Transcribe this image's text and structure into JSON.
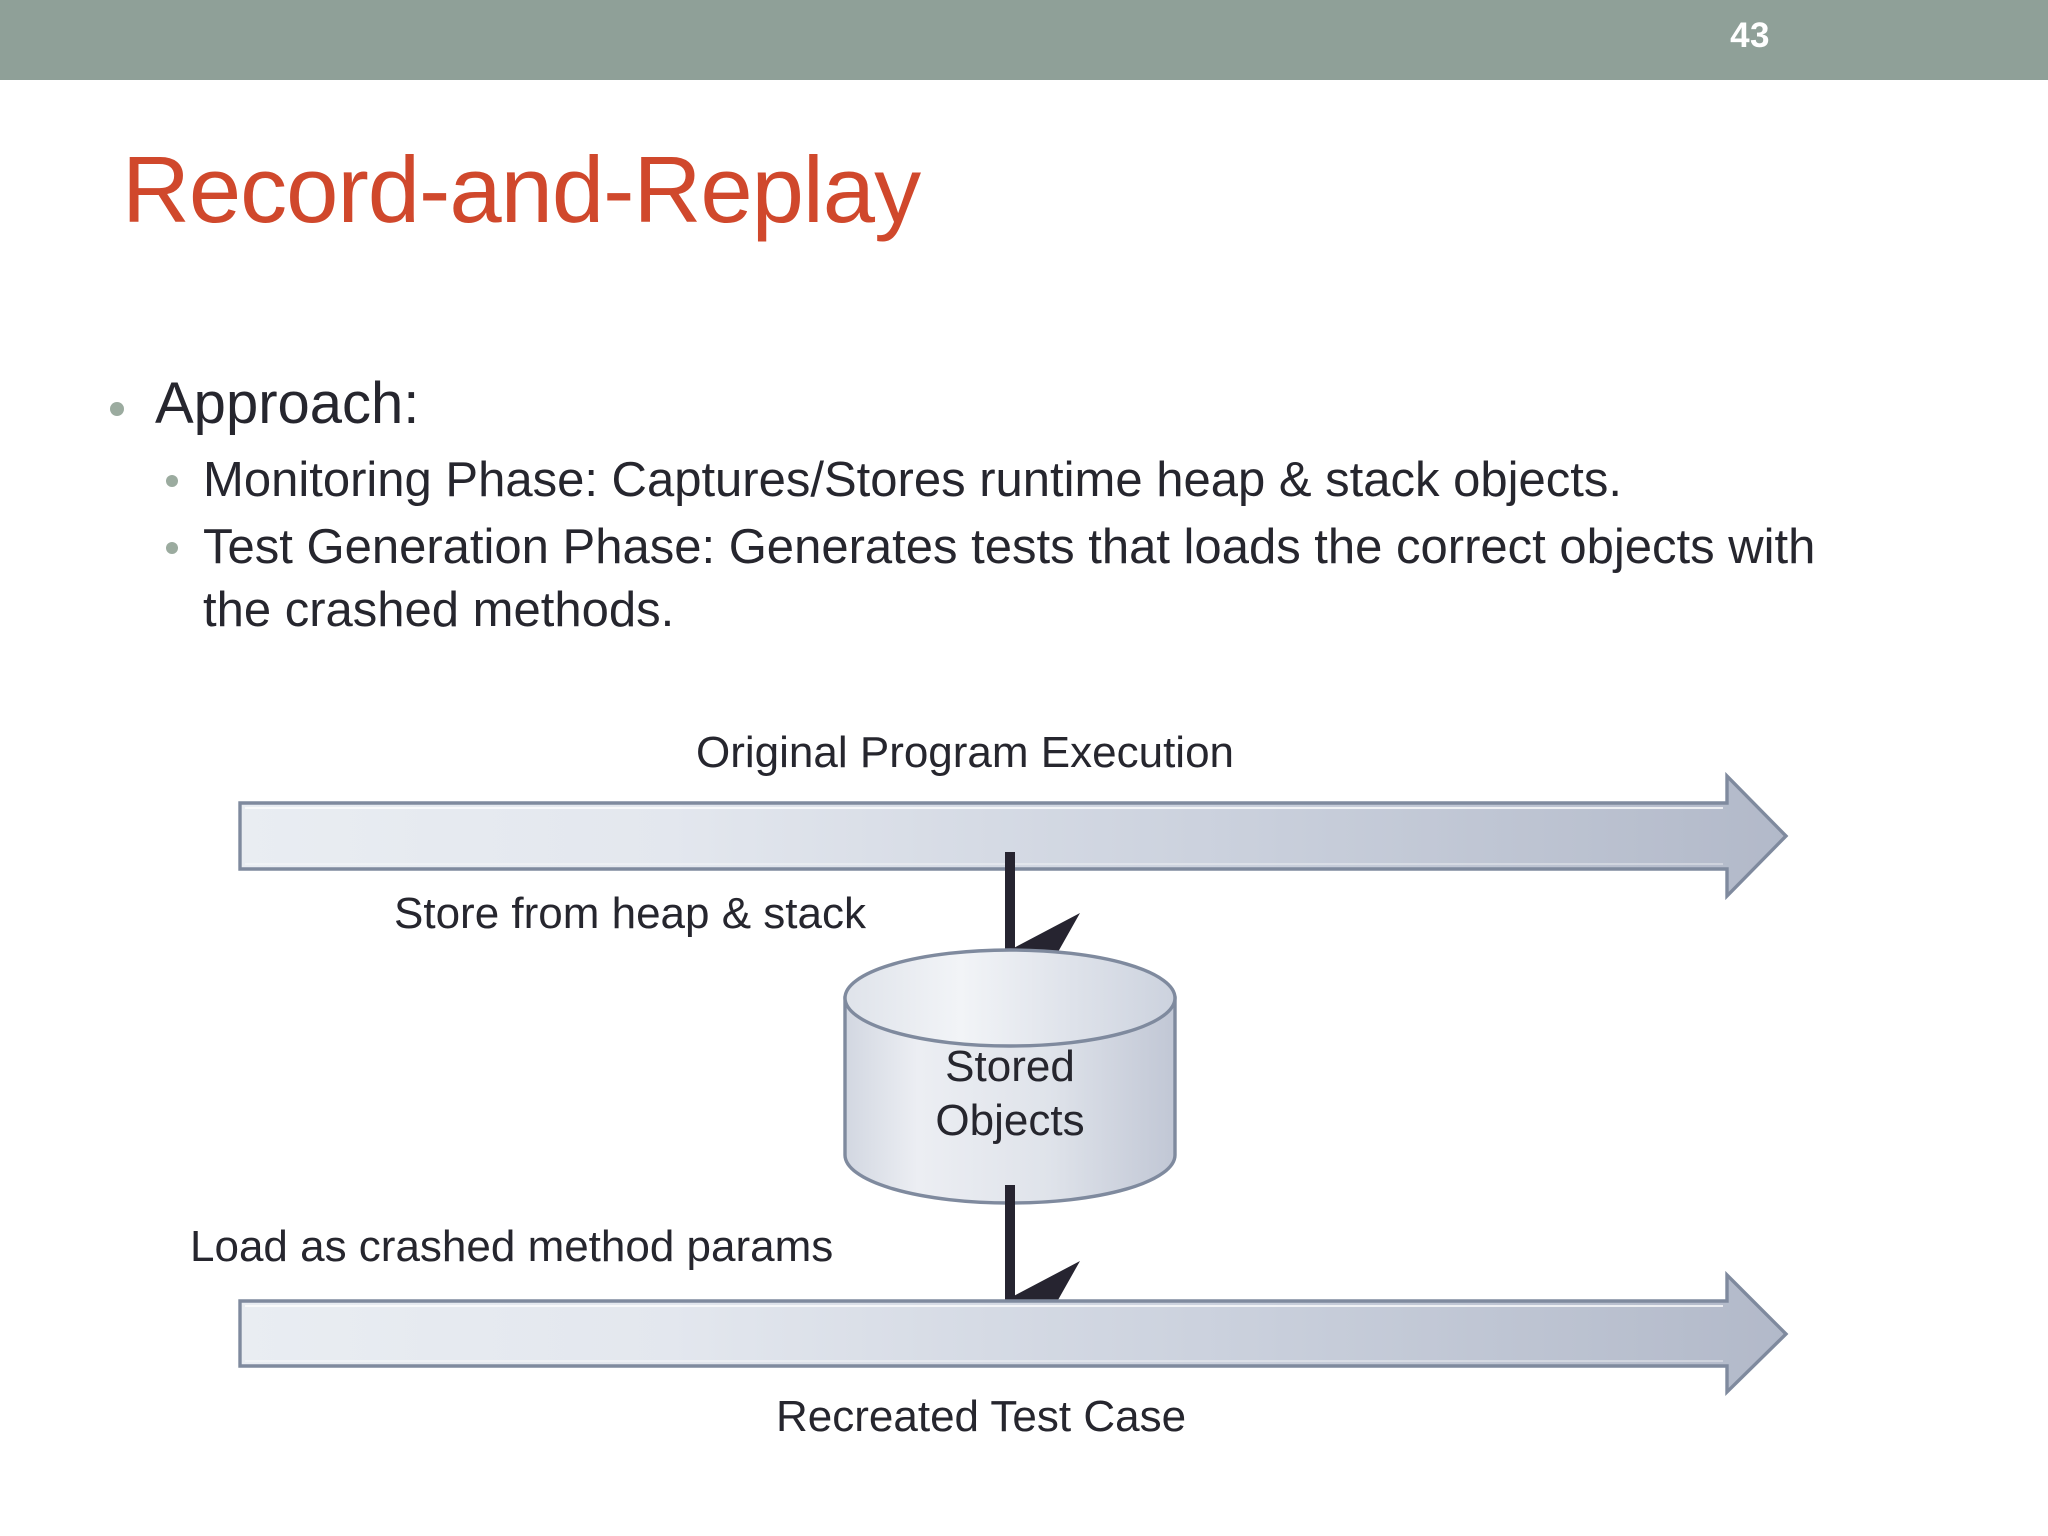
{
  "slide": {
    "page_number": "43",
    "title": "Record-and-Replay",
    "header_color": "#8fa098",
    "title_color": "#d0482c",
    "bullet_color": "#9bab9f",
    "body_text_color": "#26262e"
  },
  "bullets": {
    "level1": "Approach:",
    "level2": [
      "Monitoring Phase: Captures/Stores runtime heap & stack objects.",
      "Test Generation Phase: Generates tests that loads the correct objects with the crashed methods."
    ]
  },
  "diagram": {
    "top_arrow_label": "Original Program Execution",
    "store_arrow_label": "Store from heap & stack",
    "cylinder_label_line1": "Stored",
    "cylinder_label_line2": "Objects",
    "load_arrow_label": "Load as crashed method params",
    "bottom_arrow_label": "Recreated Test Case",
    "arrow_fill_start": "#e8ecf1",
    "arrow_fill_end": "#b5bccb",
    "arrow_stroke": "#7f8a9e",
    "cylinder_fill_start": "#eef0f4",
    "cylinder_fill_end": "#c6cbd8",
    "cylinder_stroke": "#7f8a9e",
    "connector_color": "#262430"
  }
}
